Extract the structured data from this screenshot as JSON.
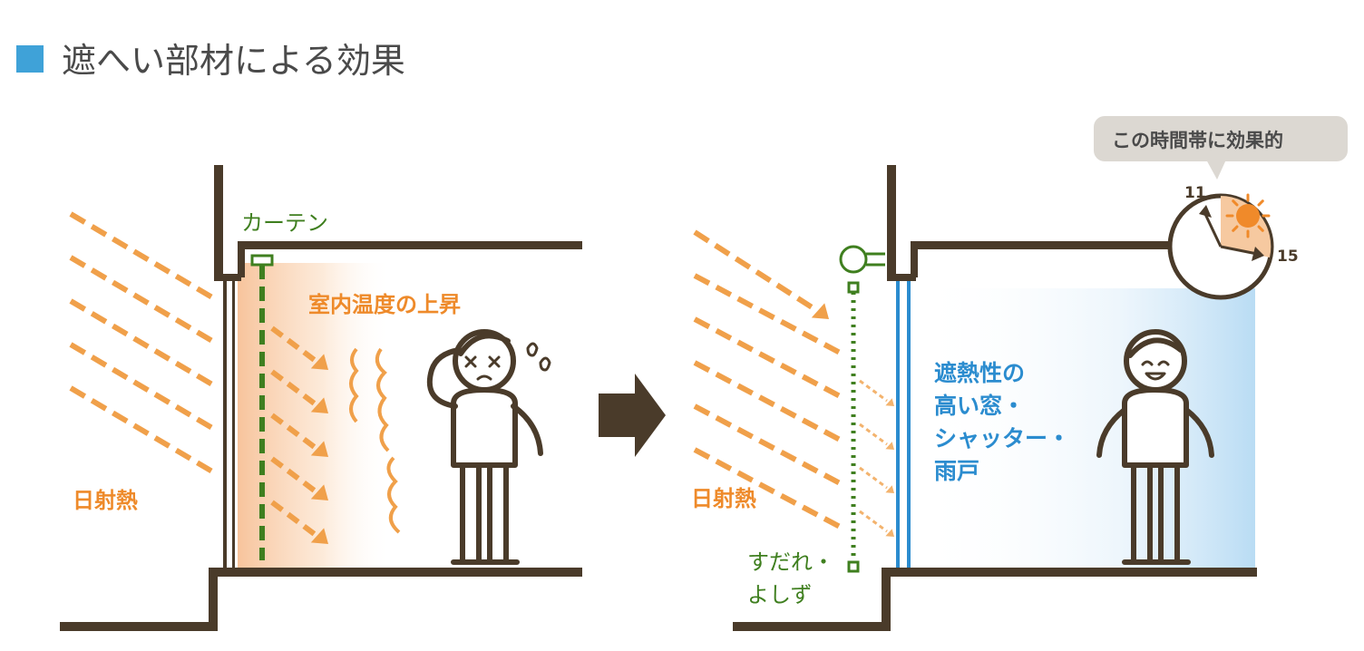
{
  "title": "遮へい部材による効果",
  "colors": {
    "accent_square": "#3fa2d8",
    "structure": "#4a3b2a",
    "solar_heat": "#f0a04a",
    "curtain": "#3f7f1f",
    "window": "#2b8ccf",
    "sun": "#f08a2a"
  },
  "left_panel": {
    "solar_heat_label": "日射熱",
    "curtain_label": "カーテン",
    "temperature_label": "室内温度の上昇"
  },
  "transition_icon": "right-arrow-icon",
  "right_panel": {
    "solar_heat_label": "日射熱",
    "window_label_lines": [
      "遮熱性の",
      "高い窓・",
      "シャッター・",
      "雨戸"
    ],
    "sudare_label_lines": [
      "すだれ・",
      "よしず"
    ],
    "clock": {
      "start_label": "11",
      "end_label": "15",
      "callout": "この時間帯に効果的"
    }
  }
}
